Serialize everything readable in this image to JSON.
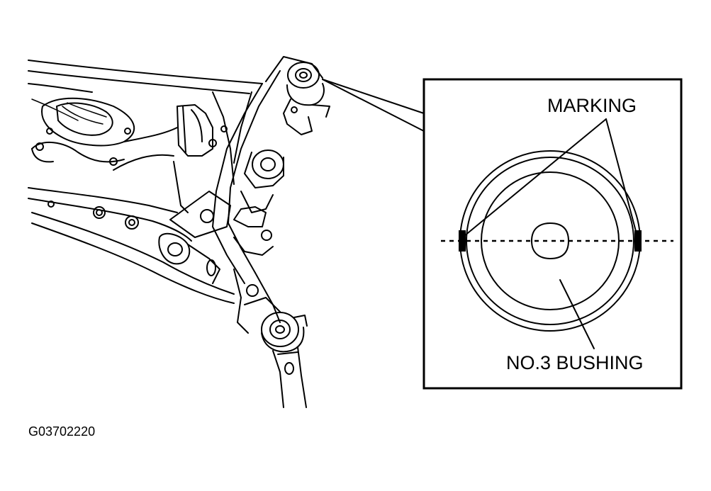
{
  "labels": {
    "marking": "MARKING",
    "bushing": "NO.3 BUSHING",
    "figure_code": "G03702220"
  },
  "colors": {
    "ink": "#000000",
    "paper": "#ffffff"
  }
}
